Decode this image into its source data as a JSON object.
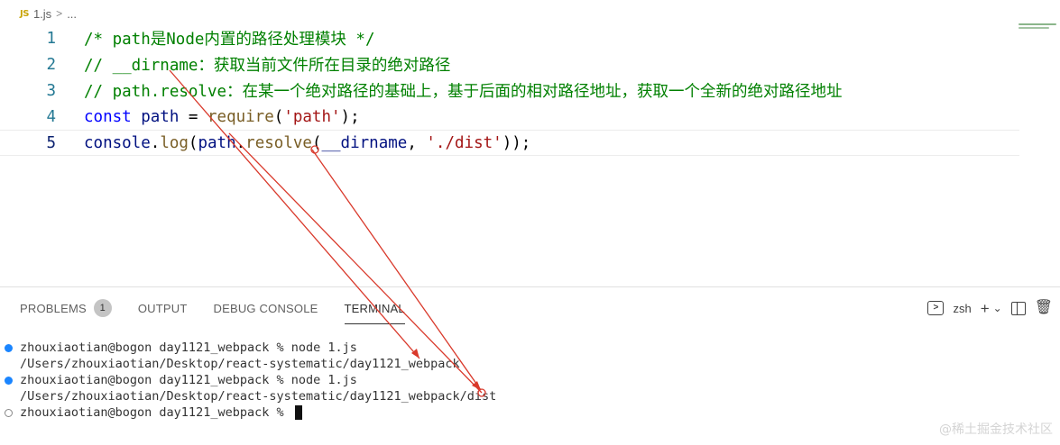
{
  "breadcrumb": {
    "file_icon": "JS",
    "file_name": "1.js",
    "separator": ">",
    "more": "..."
  },
  "editor": {
    "lines": [
      {
        "no": "1",
        "tokens": [
          {
            "t": "/* path是Node内置的路径处理模块 */",
            "k": "comment"
          }
        ]
      },
      {
        "no": "2",
        "tokens": [
          {
            "t": "// __dirname：获取当前文件所在目录的绝对路径",
            "k": "comment"
          }
        ]
      },
      {
        "no": "3",
        "tokens": [
          {
            "t": "// path.resolve：在某一个绝对路径的基础上，基于后面的相对路径地址，获取一个全新的绝对路径地址",
            "k": "comment"
          }
        ]
      },
      {
        "no": "4",
        "tokens": [
          {
            "t": "const",
            "k": "keyword"
          },
          {
            "t": " ",
            "k": "punct"
          },
          {
            "t": "path",
            "k": "var"
          },
          {
            "t": " = ",
            "k": "punct"
          },
          {
            "t": "require",
            "k": "fn"
          },
          {
            "t": "(",
            "k": "punct"
          },
          {
            "t": "'path'",
            "k": "string"
          },
          {
            "t": ");",
            "k": "punct"
          }
        ]
      },
      {
        "no": "5",
        "tokens": [
          {
            "t": "console",
            "k": "var"
          },
          {
            "t": ".",
            "k": "punct"
          },
          {
            "t": "log",
            "k": "fn"
          },
          {
            "t": "(",
            "k": "punct"
          },
          {
            "t": "path",
            "k": "var"
          },
          {
            "t": ".",
            "k": "punct"
          },
          {
            "t": "resolve",
            "k": "fn"
          },
          {
            "t": "(",
            "k": "punct"
          },
          {
            "t": "__dirname",
            "k": "var"
          },
          {
            "t": ", ",
            "k": "punct"
          },
          {
            "t": "'./dist'",
            "k": "string"
          },
          {
            "t": "));",
            "k": "punct"
          }
        ]
      }
    ]
  },
  "panel": {
    "tabs": [
      {
        "label": "PROBLEMS",
        "badge": "1",
        "active": false
      },
      {
        "label": "OUTPUT",
        "active": false
      },
      {
        "label": "DEBUG CONSOLE",
        "active": false
      },
      {
        "label": "TERMINAL",
        "active": true
      }
    ],
    "shell_label": "zsh",
    "icons": [
      "terminal-icon",
      "plus-icon",
      "chevron-down-icon",
      "split-icon",
      "trash-icon"
    ]
  },
  "terminal": {
    "lines": [
      {
        "dot": "blue",
        "text": "zhouxiaotian@bogon day1121_webpack % node 1.js"
      },
      {
        "dot": "none",
        "text": "/Users/zhouxiaotian/Desktop/react-systematic/day1121_webpack"
      },
      {
        "dot": "blue",
        "text": "zhouxiaotian@bogon day1121_webpack % node 1.js"
      },
      {
        "dot": "none",
        "text": "/Users/zhouxiaotian/Desktop/react-systematic/day1121_webpack/dist"
      },
      {
        "dot": "hollow",
        "text": "zhouxiaotian@bogon day1121_webpack % ",
        "cursor": true
      }
    ]
  },
  "watermark": "@稀土掘金技术社区",
  "colors": {
    "comment": "#008000",
    "keyword": "#0000ff",
    "string": "#a31515",
    "annotation": "#d9392b",
    "prompt_dot": "#1a85ff"
  }
}
